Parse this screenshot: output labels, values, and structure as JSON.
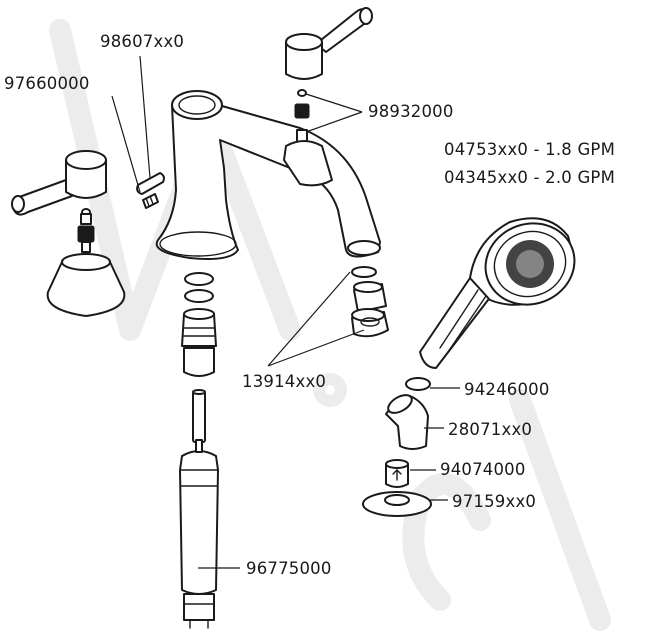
{
  "labels": {
    "p98607": "98607xx0",
    "p97660": "97660000",
    "p98932": "98932000",
    "p04753": "04753xx0 - 1.8 GPM",
    "p04345": "04345xx0 - 2.0 GPM",
    "p13914": "13914xx0",
    "p94246": "94246000",
    "p28071": "28071xx0",
    "p94074": "94074000",
    "p97159": "97159xx0",
    "p96775": "96775000"
  },
  "colors": {
    "line": "#1a1a1a",
    "watermark": "#ececec",
    "background": "#ffffff"
  }
}
